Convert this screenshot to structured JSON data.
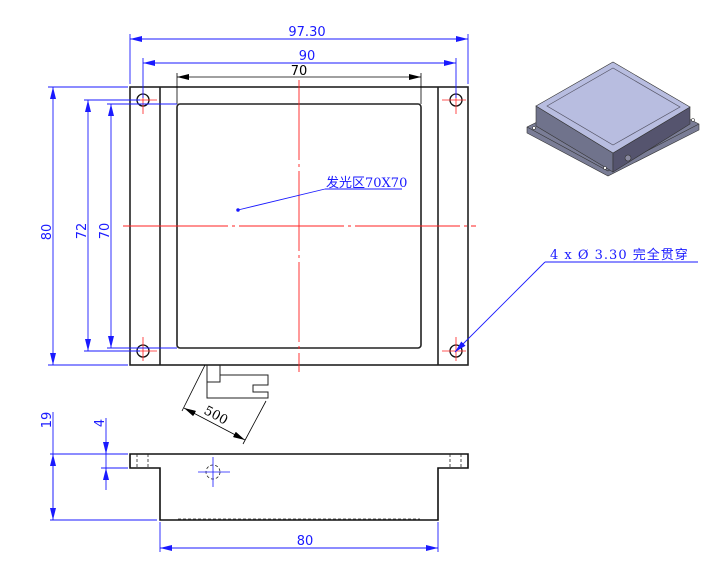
{
  "drawing": {
    "top_view": {
      "dim_overall_width": "97.30",
      "dim_hole_spacing_x": "90",
      "dim_window_width": "70",
      "dim_overall_height": "80",
      "dim_hole_spacing_y": "72",
      "dim_window_height": "70",
      "emitting_area_label": "发光区70X70",
      "hole_note": "4 x Ø 3.30 完全贯穿",
      "cable_length": "500"
    },
    "side_view": {
      "dim_total_height": "19",
      "dim_flange_thickness": "4",
      "dim_body_width": "80"
    },
    "colors": {
      "dimension": "#1a1aff",
      "centerline": "#ff2020",
      "outline": "#222222",
      "iso_top": "#b8bde0",
      "iso_side": "#5a5a78"
    }
  }
}
